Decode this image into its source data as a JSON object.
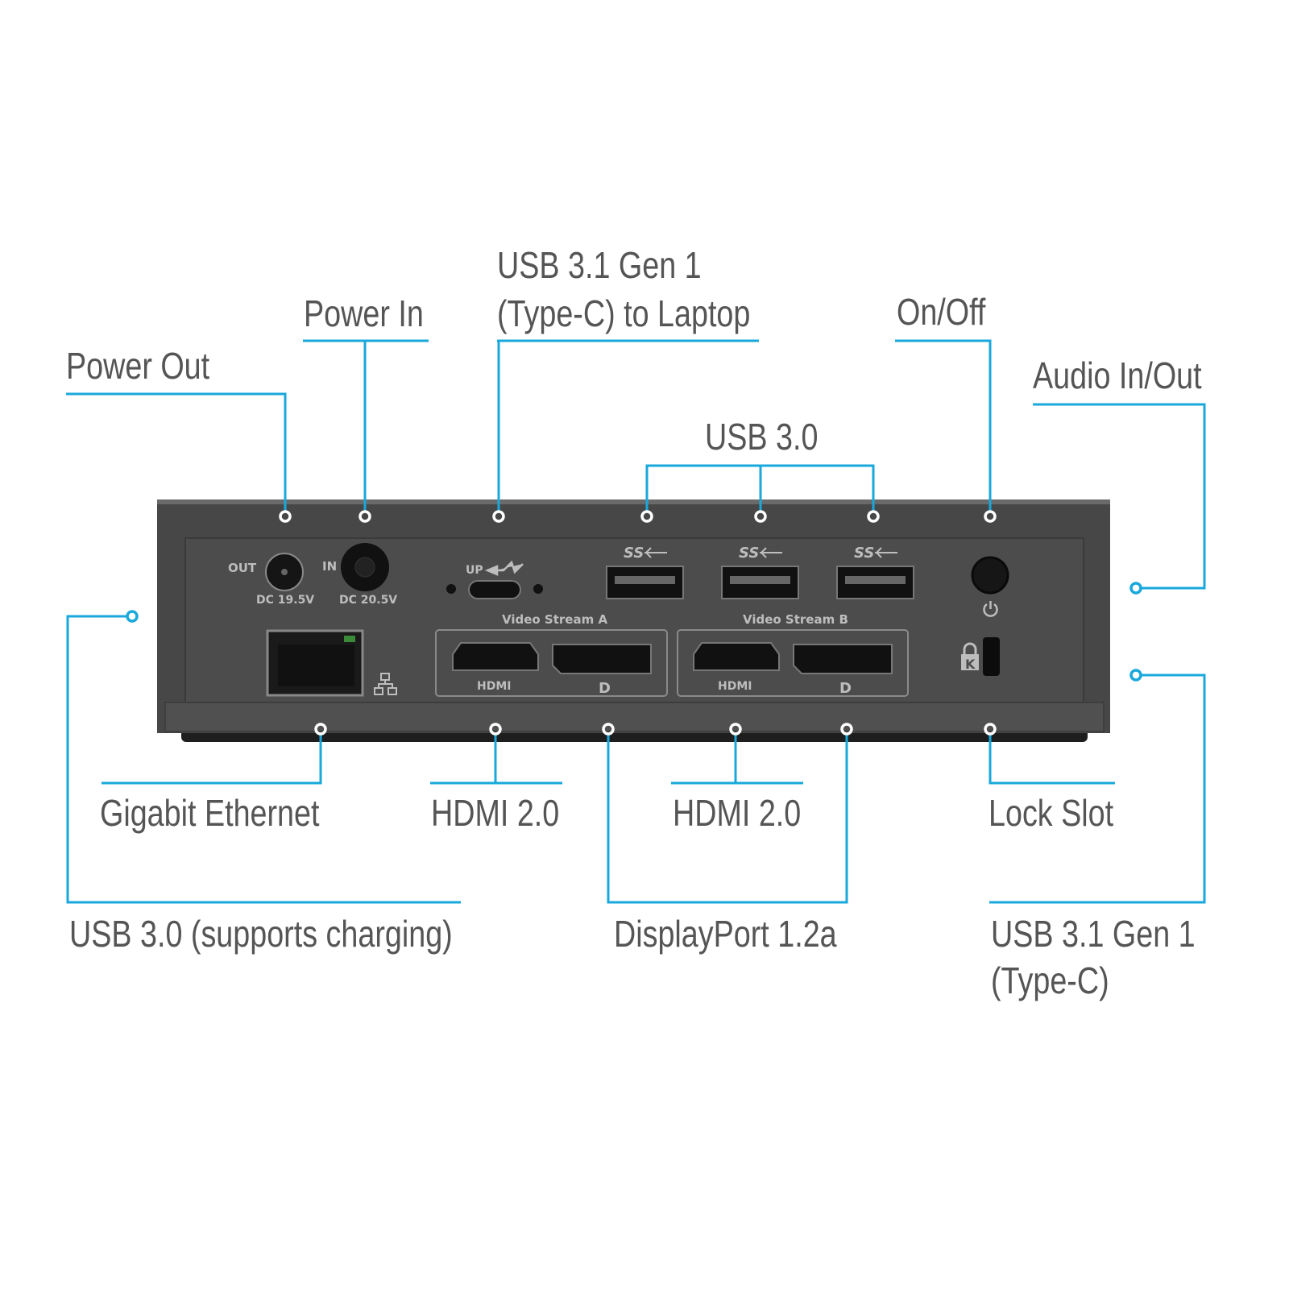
{
  "callouts": {
    "power_out": "Power Out",
    "power_in": "Power In",
    "usb31_laptop_line1": "USB 3.1 Gen 1",
    "usb31_laptop_line2": "(Type-C) to Laptop",
    "usb30_top": "USB 3.0",
    "on_off": "On/Off",
    "audio": "Audio In/Out",
    "usb30_charging": "USB 3.0 (supports charging)",
    "gigabit_ethernet": "Gigabit Ethernet",
    "hdmi_a": "HDMI 2.0",
    "hdmi_b": "HDMI 2.0",
    "lock_slot": "Lock Slot",
    "displayport": "DisplayPort 1.2a",
    "usb31_typec_line1": "USB 3.1 Gen 1",
    "usb31_typec_line2": "(Type-C)"
  },
  "device": {
    "out_label": "OUT",
    "in_label": "IN",
    "dc_out": "DC 19.5V",
    "dc_in": "DC 20.5V",
    "up_label": "UP",
    "ss_label": "SS",
    "video_stream_a": "Video Stream A",
    "video_stream_b": "Video Stream B",
    "hdmi_a": "HDMI",
    "hdmi_b": "HDMI",
    "dp_a": "D",
    "dp_b": "D",
    "lock_k": "K"
  },
  "colors": {
    "accent": "#19a8dc",
    "device": "#4a4a4a",
    "text": "#555555"
  }
}
